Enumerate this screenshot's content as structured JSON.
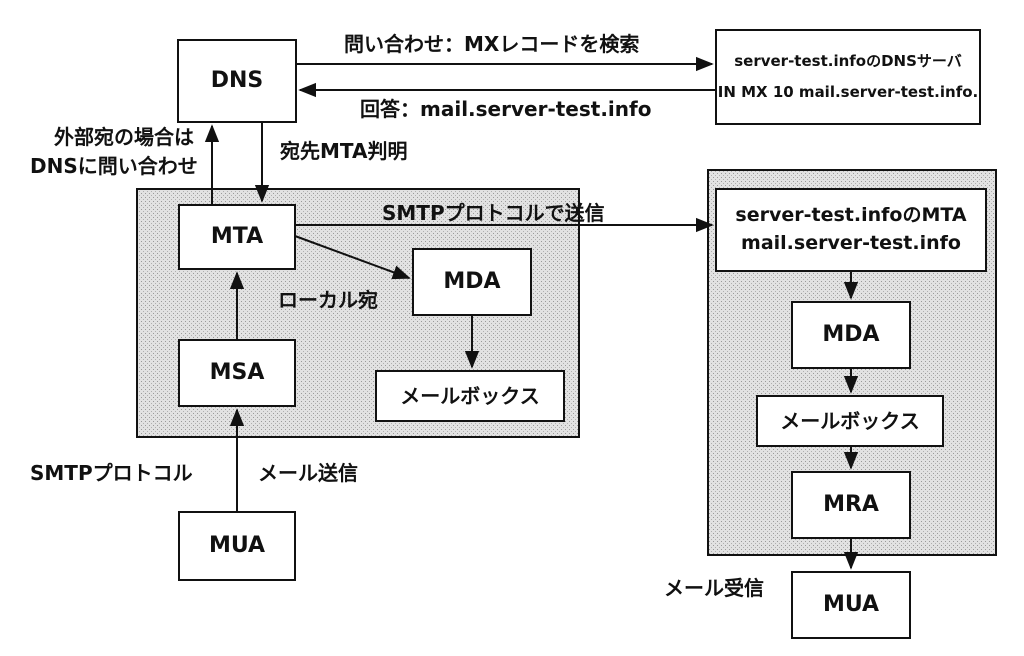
{
  "nodes": {
    "dns": "DNS",
    "dns_server_line1": "server-test.infoのDNSサーバ",
    "dns_server_line2": "IN MX 10 mail.server-test.info.",
    "mta": "MTA",
    "msa": "MSA",
    "mda_local": "MDA",
    "mailbox_local": "メールボックス",
    "mua_sender": "MUA",
    "remote_mta_line1": "server-test.infoのMTA",
    "remote_mta_line2": "mail.server-test.info",
    "mda_remote": "MDA",
    "mailbox_remote": "メールボックス",
    "mra": "MRA",
    "mua_receiver": "MUA"
  },
  "labels": {
    "query": "問い合わせ：MXレコードを検索",
    "answer": "回答：mail.server-test.info",
    "external_line1": "外部宛の場合は",
    "external_line2": "DNSに問い合わせ",
    "dest_mta": "宛先MTA判明",
    "smtp_send": "SMTPプロトコルで送信",
    "local_dest": "ローカル宛",
    "smtp_protocol": "SMTPプロトコル",
    "mail_send": "メール送信",
    "mail_receive": "メール受信"
  },
  "colors": {
    "stroke": "#111111",
    "region_fill": "#dcdcdc",
    "box_fill": "#ffffff"
  }
}
